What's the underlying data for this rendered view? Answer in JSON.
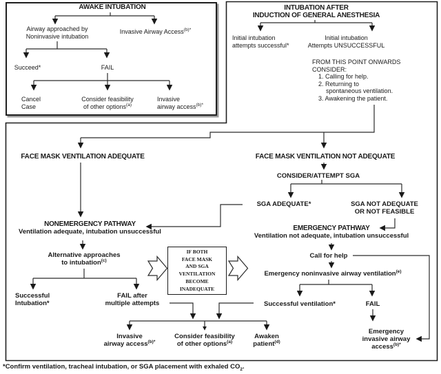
{
  "colors": {
    "ink": "#1a1a1a",
    "line": "#2b2b2b",
    "paper": "#ffffff",
    "shadow": "#999999"
  },
  "panels": {
    "awake": {
      "title": "AWAKE INTUBATION",
      "approach": {
        "l1": "Airway approached by",
        "l2": "Noninvasive intubation"
      },
      "invasive_access_top": {
        "l1": "Invasive Airway Access",
        "sup": "(b)*"
      },
      "succeed": {
        "l1": "Succeed*"
      },
      "fail": {
        "l1": "FAIL"
      },
      "cancel_case": {
        "l1": "Cancel",
        "l2": "Case"
      },
      "consider_options": {
        "l1": "Consider feasibility",
        "l2": "of other options",
        "sup": "(a)"
      },
      "invasive_access": {
        "l1": "Invasive",
        "l2": "airway access",
        "sup": "(b)*"
      }
    },
    "induction": {
      "title_l1": "INTUBATION AFTER",
      "title_l2": "INDUCTION OF GENERAL ANESTHESIA",
      "attempts_successful": {
        "l1": "Initial intubation",
        "l2": "attempts successful*"
      },
      "attempts_unsuccessful": {
        "l1": "Initial intubation",
        "l2": "Attempts UNSUCCESSFUL"
      },
      "from_this_point": {
        "l1": "FROM THIS POINT ONWARDS",
        "l2": "CONSIDER:",
        "item1": "1. Calling for help.",
        "item2": "2. Returning to",
        "item2b": "spontaneous ventilation.",
        "item3": "3. Awakening the patient."
      }
    },
    "main": {
      "face_mask_adequate": "FACE MASK VENTILATION ADEQUATE",
      "face_mask_not_adequate": "FACE MASK VENTILATION NOT ADEQUATE",
      "consider_attempt_sga": "CONSIDER/ATTEMPT SGA",
      "sga_adequate": "SGA ADEQUATE*",
      "sga_not_adequate": {
        "l1": "SGA NOT ADEQUATE",
        "l2": "OR NOT FEASIBLE"
      },
      "nonemergency": {
        "l1": "NONEMERGENCY PATHWAY",
        "l2": "Ventilation adequate, intubation unsuccessful"
      },
      "emergency": {
        "l1": "EMERGENCY PATHWAY",
        "l2": "Ventilation not adequate, intubation unsuccessful"
      },
      "alternative": {
        "l1": "Alternative approaches",
        "l2": "to intubation",
        "sup": "(c)"
      },
      "successful_intubation": {
        "l1": "Successful",
        "l2": "Intubation*"
      },
      "fail_multiple": {
        "l1": "FAIL after",
        "l2": "multiple attempts"
      },
      "if_both": {
        "l1": "IF BOTH",
        "l2": "FACE MASK",
        "l3": "AND SGA",
        "l4": "VENTILATION",
        "l5": "BECOME",
        "l6": "INADEQUATE"
      },
      "call_for_help": "Call for help",
      "emergency_noninvasive": {
        "l1": "Emergency noninvasive airway ventilation",
        "sup": "(e)"
      },
      "successful_ventilation": "Successful ventilation*",
      "fail": "FAIL",
      "invasive_access": {
        "l1": "Invasive",
        "l2": "airway access",
        "sup": "(b)*"
      },
      "consider_options": {
        "l1": "Consider feasibility",
        "l2": "of other options",
        "sup": "(a)"
      },
      "awaken_patient": {
        "l1": "Awaken",
        "l2": "patient",
        "sup": "(d)"
      },
      "emergency_invasive": {
        "l1": "Emergency",
        "l2": "invasive airway",
        "l3": "access",
        "sup": "(b)*"
      }
    }
  },
  "footnote": {
    "text": "*Confirm ventilation, tracheal intubation, or SGA placement with exhaled CO",
    "sub": "2",
    "tail": "."
  }
}
